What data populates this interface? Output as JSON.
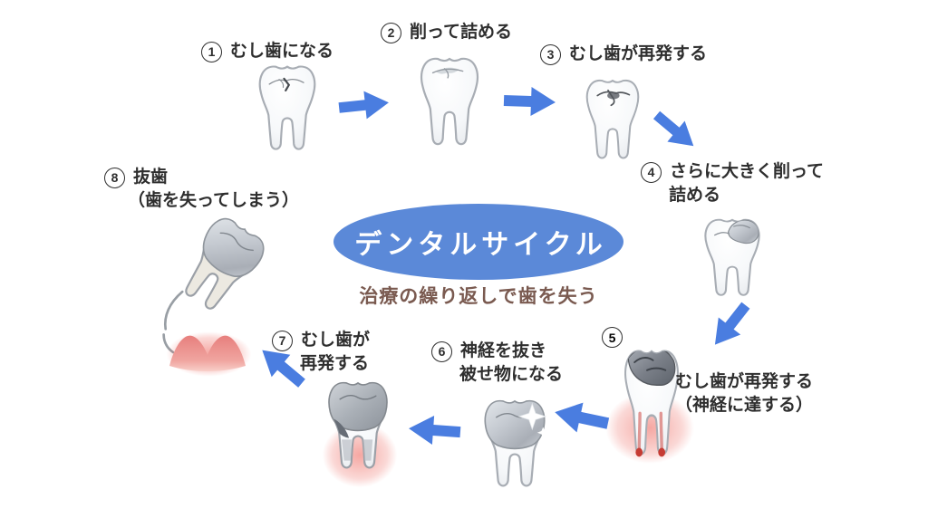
{
  "diagram": {
    "center": {
      "title": "デンタルサイクル",
      "subtitle": "治療の繰り返しで歯を失う"
    },
    "steps": [
      {
        "num": "1",
        "lines": [
          "むし歯になる",
          ""
        ]
      },
      {
        "num": "2",
        "lines": [
          "削って詰める",
          ""
        ]
      },
      {
        "num": "3",
        "lines": [
          "むし歯が再発する",
          ""
        ]
      },
      {
        "num": "4",
        "lines": [
          "さらに大きく削って",
          "詰める"
        ]
      },
      {
        "num": "5",
        "lines": [
          "むし歯が再発する",
          "（神経に達する）"
        ]
      },
      {
        "num": "6",
        "lines": [
          "神経を抜き",
          "被せ物になる"
        ]
      },
      {
        "num": "7",
        "lines": [
          "むし歯が",
          "再発する"
        ]
      },
      {
        "num": "8",
        "lines": [
          "抜歯",
          "（歯を失ってしまう）"
        ]
      }
    ],
    "icons": [
      "flow-arrow-icon",
      "tooth-cavity-icon",
      "tooth-filled-icon",
      "tooth-recavity-icon",
      "tooth-large-filling-icon",
      "tooth-deep-cavity-icon",
      "tooth-crowned-icon",
      "tooth-crown-recavity-icon",
      "extracted-tooth-icon",
      "gum-socket-icon",
      "motion-lines-icon",
      "sparkle-icon"
    ],
    "colors": {
      "background": "#ffffff",
      "arrow": "#4a7de0",
      "ellipse": "#5b89d8",
      "title_text": "#ffffff",
      "subtitle_text": "#7a5a50",
      "label_text": "#2e2e2e",
      "glow_red": "#eb504e",
      "gum_pink": "#e98f8c"
    }
  }
}
